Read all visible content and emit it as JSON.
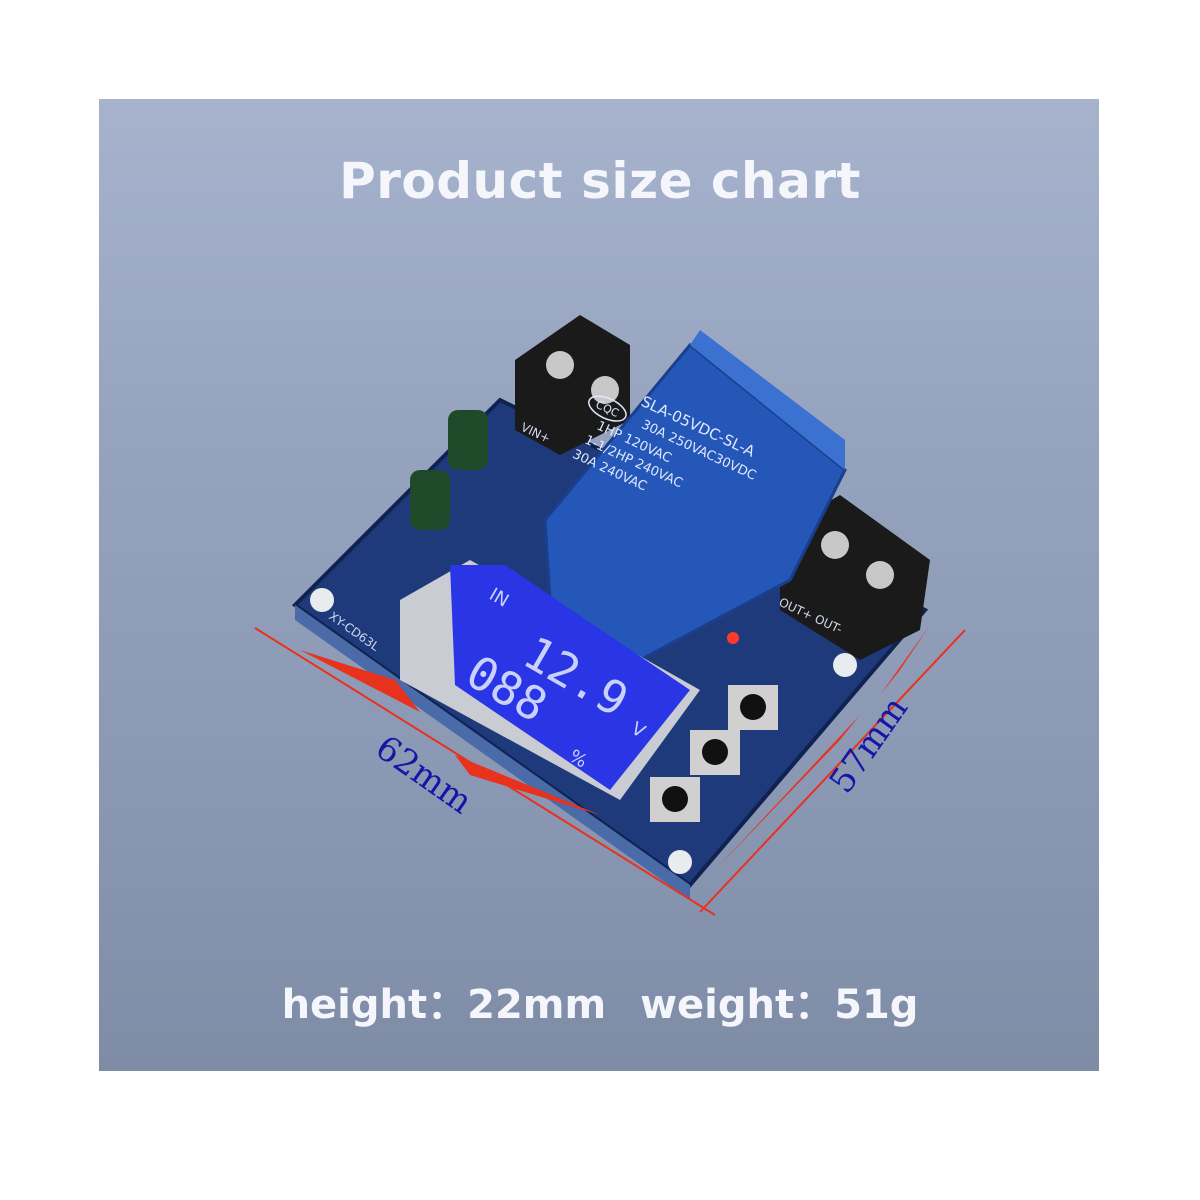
{
  "title": "Product size chart",
  "dimensions": {
    "length": "62mm",
    "width": "57mm"
  },
  "specs": {
    "height": "height：22mm",
    "weight": "weight：51g"
  },
  "board": {
    "model": "XY-CD63L",
    "relay_lines": [
      "SLA-05VDC-SL-A",
      "30A 250VAC30VDC",
      "1HP 120VAC",
      "1-1/2HP 240VAC",
      "30A 240VAC"
    ],
    "relay_cert": "CQC",
    "terminal_in": "VIN+",
    "terminal_out": "OUT+ OUT-",
    "lcd": {
      "label": "IN",
      "voltage": "12.9",
      "voltage_unit": "V",
      "percent": "088",
      "percent_unit": "%"
    }
  },
  "colors": {
    "arrow": "#e8321e",
    "dimension_text": "#1416a8",
    "pcb": "#1e3a7a",
    "relay": "#2457b8",
    "lcd": "#2a36e6"
  }
}
